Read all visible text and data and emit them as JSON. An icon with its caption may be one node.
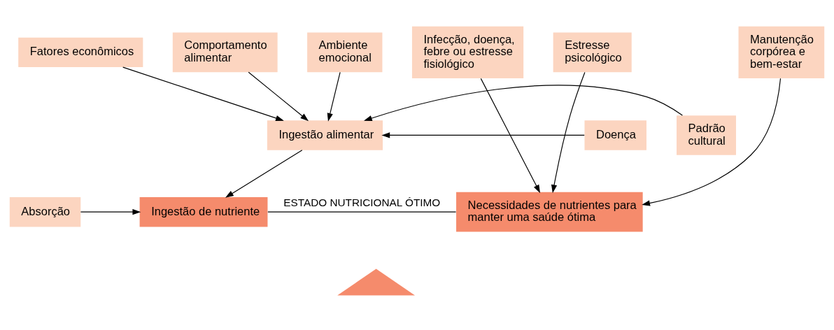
{
  "diagram": {
    "nodes": [
      {
        "text": [
          "Fatores econômicos"
        ]
      },
      {
        "text": [
          "Comportamento alimentar"
        ]
      },
      {
        "text": [
          "Ambiente emocional"
        ]
      },
      {
        "text": [
          "Doença"
        ]
      },
      {
        "text": [
          "Ingestão alimentar"
        ]
      },
      {
        "text": [
          "Padrão cultural"
        ]
      },
      {
        "text": [
          "Absorção"
        ]
      },
      {
        "text": [
          "Ingestão de nutriente"
        ]
      },
      {
        "text": [
          "Necessidades de nutrientes para manter uma saúde ótima"
        ]
      },
      {
        "text": [
          "Manutenção corpórea e bem-estar"
        ]
      },
      {
        "text": [
          "Infecção, doença, febre ou estresse fisiológico"
        ]
      },
      {
        "text": [
          "Estresse psicológico"
        ]
      },
      {
        "text": [],
        "shape": "triangle"
      }
    ],
    "edges": [
      {
        "from": 0,
        "to": 4,
        "arrow": "to"
      },
      {
        "from": 1,
        "to": 4,
        "arrow": "to"
      },
      {
        "from": 2,
        "to": 4,
        "arrow": "to"
      },
      {
        "from": 3,
        "to": 4,
        "arrow": "to"
      },
      {
        "from": 5,
        "to": 4,
        "arrow": "to"
      },
      {
        "from": 4,
        "to": 7,
        "arrow": "to"
      },
      {
        "from": 6,
        "to": 7,
        "arrow": "to"
      },
      {
        "from": 7,
        "to": 8,
        "arrow": "none",
        "label": "ESTADO NUTRICIONAL ÓTIMO"
      },
      {
        "from": 9,
        "to": 8,
        "arrow": "to"
      },
      {
        "from": 10,
        "to": 8,
        "arrow": "to"
      },
      {
        "from": 11,
        "to": 8,
        "arrow": "to"
      }
    ]
  }
}
